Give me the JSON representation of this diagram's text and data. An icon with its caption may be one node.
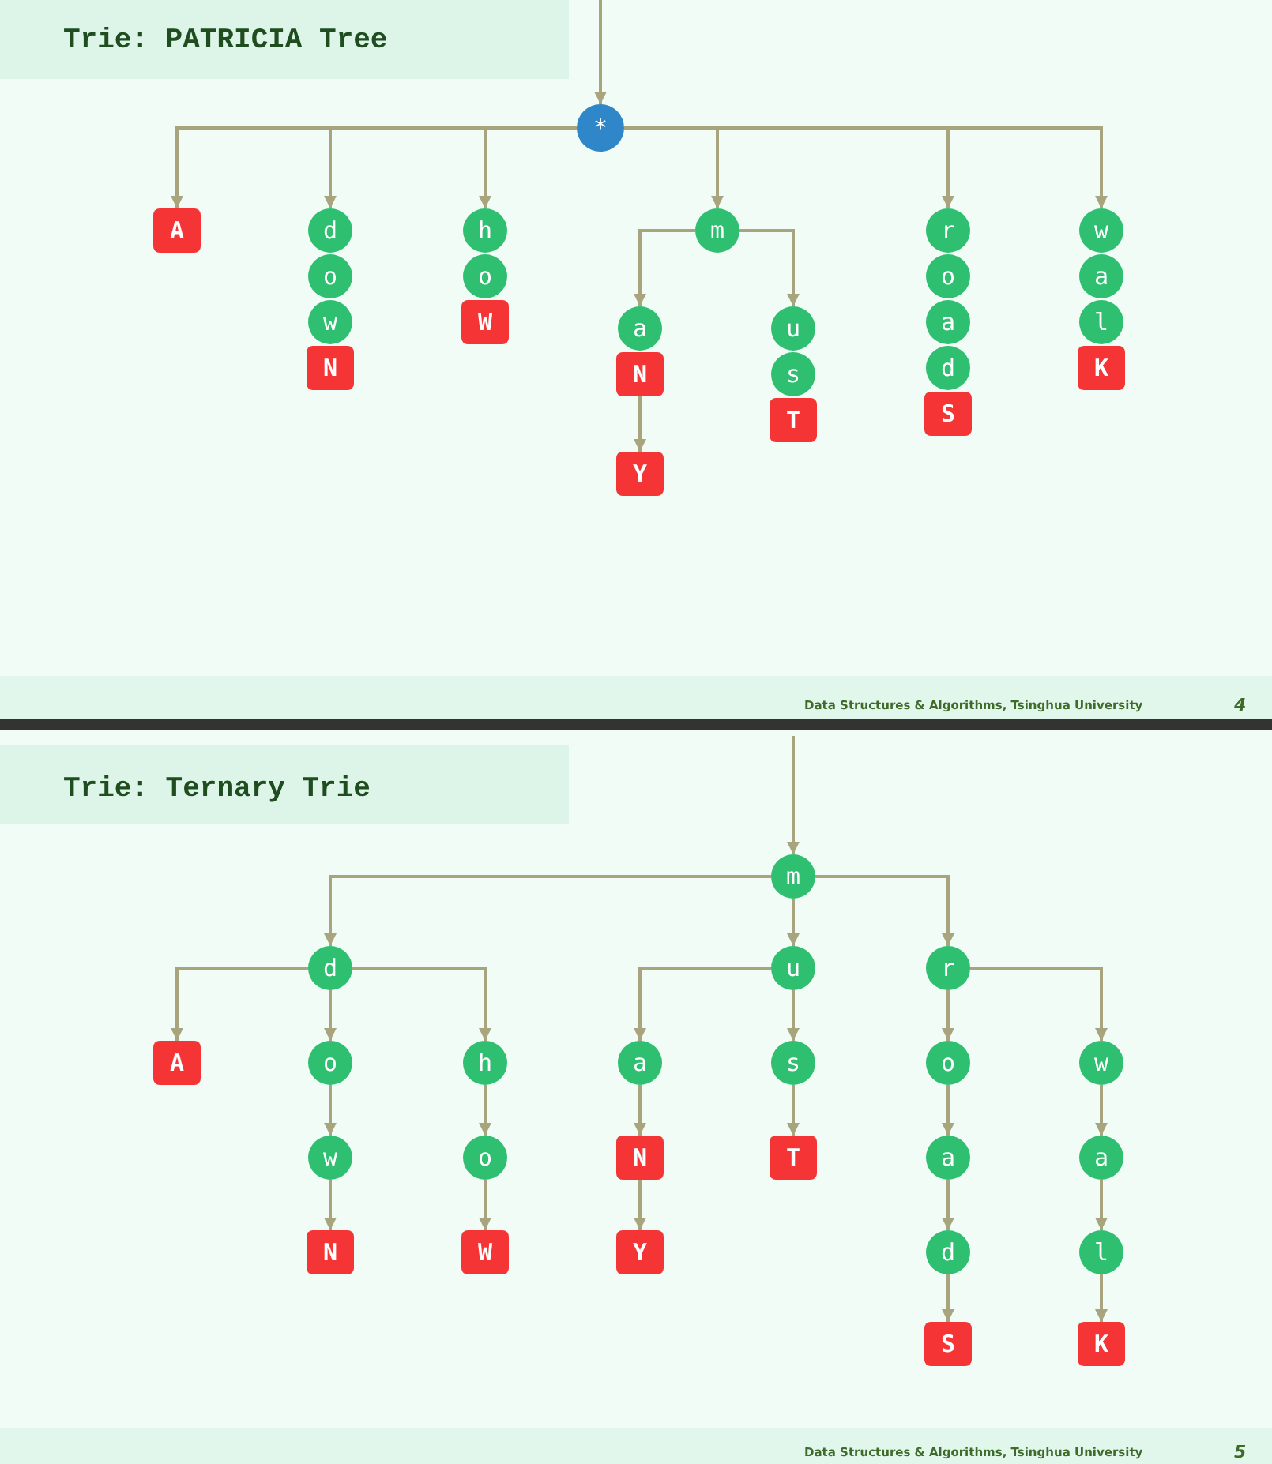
{
  "diagram": {
    "nodes": [
      {
        "text": [
          "*"
        ]
      },
      {
        "text": [
          "A"
        ]
      },
      {
        "text": [
          "d"
        ]
      },
      {
        "text": [
          "o"
        ]
      },
      {
        "text": [
          "w"
        ]
      },
      {
        "text": [
          "N"
        ]
      },
      {
        "text": [
          "h"
        ]
      },
      {
        "text": [
          "o"
        ]
      },
      {
        "text": [
          "W"
        ]
      },
      {
        "text": [
          "m"
        ]
      },
      {
        "text": [
          "a"
        ]
      },
      {
        "text": [
          "N"
        ]
      },
      {
        "text": [
          "Y"
        ]
      },
      {
        "text": [
          "u"
        ]
      },
      {
        "text": [
          "s"
        ]
      },
      {
        "text": [
          "T"
        ]
      },
      {
        "text": [
          "r"
        ]
      },
      {
        "text": [
          "o"
        ]
      },
      {
        "text": [
          "a"
        ]
      },
      {
        "text": [
          "d"
        ]
      },
      {
        "text": [
          "S"
        ]
      },
      {
        "text": [
          "w"
        ]
      },
      {
        "text": [
          "a"
        ]
      },
      {
        "text": [
          "l"
        ]
      },
      {
        "text": [
          "K"
        ]
      },
      {
        "text": [
          "m"
        ]
      },
      {
        "text": [
          "d"
        ]
      },
      {
        "text": [
          "A"
        ]
      },
      {
        "text": [
          "o"
        ]
      },
      {
        "text": [
          "w"
        ]
      },
      {
        "text": [
          "N"
        ]
      },
      {
        "text": [
          "h"
        ]
      },
      {
        "text": [
          "o"
        ]
      },
      {
        "text": [
          "W"
        ]
      },
      {
        "text": [
          "u"
        ]
      },
      {
        "text": [
          "a"
        ]
      },
      {
        "text": [
          "N"
        ]
      },
      {
        "text": [
          "Y"
        ]
      },
      {
        "text": [
          "s"
        ]
      },
      {
        "text": [
          "T"
        ]
      },
      {
        "text": [
          "r"
        ]
      },
      {
        "text": [
          "o"
        ]
      },
      {
        "text": [
          "a"
        ]
      },
      {
        "text": [
          "d"
        ]
      },
      {
        "text": [
          "S"
        ]
      },
      {
        "text": [
          "w"
        ]
      },
      {
        "text": [
          "a"
        ]
      },
      {
        "text": [
          "l"
        ]
      },
      {
        "text": [
          "K"
        ]
      }
    ],
    "edges": [
      {
        "from": null,
        "to": 0,
        "arrow": "to"
      },
      {
        "from": 0,
        "to": 1,
        "arrow": "to"
      },
      {
        "from": 0,
        "to": 2,
        "arrow": "to"
      },
      {
        "from": 0,
        "to": 6,
        "arrow": "to"
      },
      {
        "from": 0,
        "to": 9,
        "arrow": "to"
      },
      {
        "from": 0,
        "to": 16,
        "arrow": "to"
      },
      {
        "from": 0,
        "to": 21,
        "arrow": "to"
      },
      {
        "from": 9,
        "to": 10,
        "arrow": "to"
      },
      {
        "from": 9,
        "to": 13,
        "arrow": "to"
      },
      {
        "from": 11,
        "to": 12,
        "arrow": "to"
      },
      {
        "from": null,
        "to": 25,
        "arrow": "to"
      },
      {
        "from": 25,
        "to": 26,
        "arrow": "to"
      },
      {
        "from": 25,
        "to": 34,
        "arrow": "to"
      },
      {
        "from": 25,
        "to": 40,
        "arrow": "to"
      },
      {
        "from": 26,
        "to": 27,
        "arrow": "to"
      },
      {
        "from": 26,
        "to": 28,
        "arrow": "to"
      },
      {
        "from": 26,
        "to": 31,
        "arrow": "to"
      },
      {
        "from": 28,
        "to": 29,
        "arrow": "to"
      },
      {
        "from": 29,
        "to": 30,
        "arrow": "to"
      },
      {
        "from": 31,
        "to": 32,
        "arrow": "to"
      },
      {
        "from": 32,
        "to": 33,
        "arrow": "to"
      },
      {
        "from": 34,
        "to": 35,
        "arrow": "to"
      },
      {
        "from": 34,
        "to": 38,
        "arrow": "to"
      },
      {
        "from": 35,
        "to": 36,
        "arrow": "to"
      },
      {
        "from": 36,
        "to": 37,
        "arrow": "to"
      },
      {
        "from": 38,
        "to": 39,
        "arrow": "to"
      },
      {
        "from": 40,
        "to": 41,
        "arrow": "to"
      },
      {
        "from": 41,
        "to": 42,
        "arrow": "to"
      },
      {
        "from": 42,
        "to": 43,
        "arrow": "to"
      },
      {
        "from": 43,
        "to": 44,
        "arrow": "to"
      },
      {
        "from": 40,
        "to": 45,
        "arrow": "to"
      },
      {
        "from": 45,
        "to": 46,
        "arrow": "to"
      },
      {
        "from": 46,
        "to": 47,
        "arrow": "to"
      },
      {
        "from": 47,
        "to": 48,
        "arrow": "to"
      }
    ],
    "labels": [
      "Trie: PATRICIA Tree",
      "Data Structures & Algorithms, Tsinghua University",
      "4",
      "Trie: Ternary Trie",
      "Data Structures & Algorithms, Tsinghua University",
      "5"
    ]
  }
}
